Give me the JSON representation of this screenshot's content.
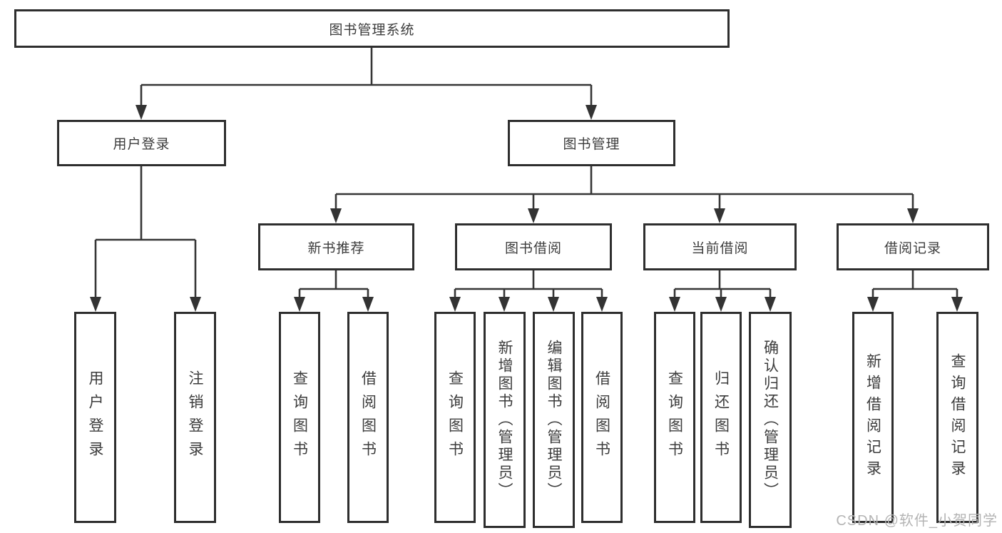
{
  "title": "图书管理系统",
  "colors": {
    "line": "#363636",
    "box_border": "#2e2e2e",
    "text": "#3c3c3c",
    "watermark": "#b4b4b4",
    "background": "#ffffff"
  },
  "tree": {
    "root": {
      "label": "图书管理系统"
    },
    "branches": [
      {
        "label": "用户登录",
        "children": [
          {
            "label": "用户登录"
          },
          {
            "label": "注销登录"
          }
        ]
      },
      {
        "label": "图书管理",
        "children": [
          {
            "label": "新书推荐",
            "children": [
              {
                "label": "查询图书"
              },
              {
                "label": "借阅图书"
              }
            ]
          },
          {
            "label": "图书借阅",
            "children": [
              {
                "label": "查询图书"
              },
              {
                "label": "新增图书（管理员）"
              },
              {
                "label": "编辑图书（管理员）"
              },
              {
                "label": "借阅图书"
              }
            ]
          },
          {
            "label": "当前借阅",
            "children": [
              {
                "label": "查询图书"
              },
              {
                "label": "归还图书"
              },
              {
                "label": "确认归还（管理员）"
              }
            ]
          },
          {
            "label": "借阅记录",
            "children": [
              {
                "label": "新增借阅记录"
              },
              {
                "label": "查询借阅记录"
              }
            ]
          }
        ]
      }
    ]
  },
  "watermark": "CSDN @软件_小贺同学"
}
